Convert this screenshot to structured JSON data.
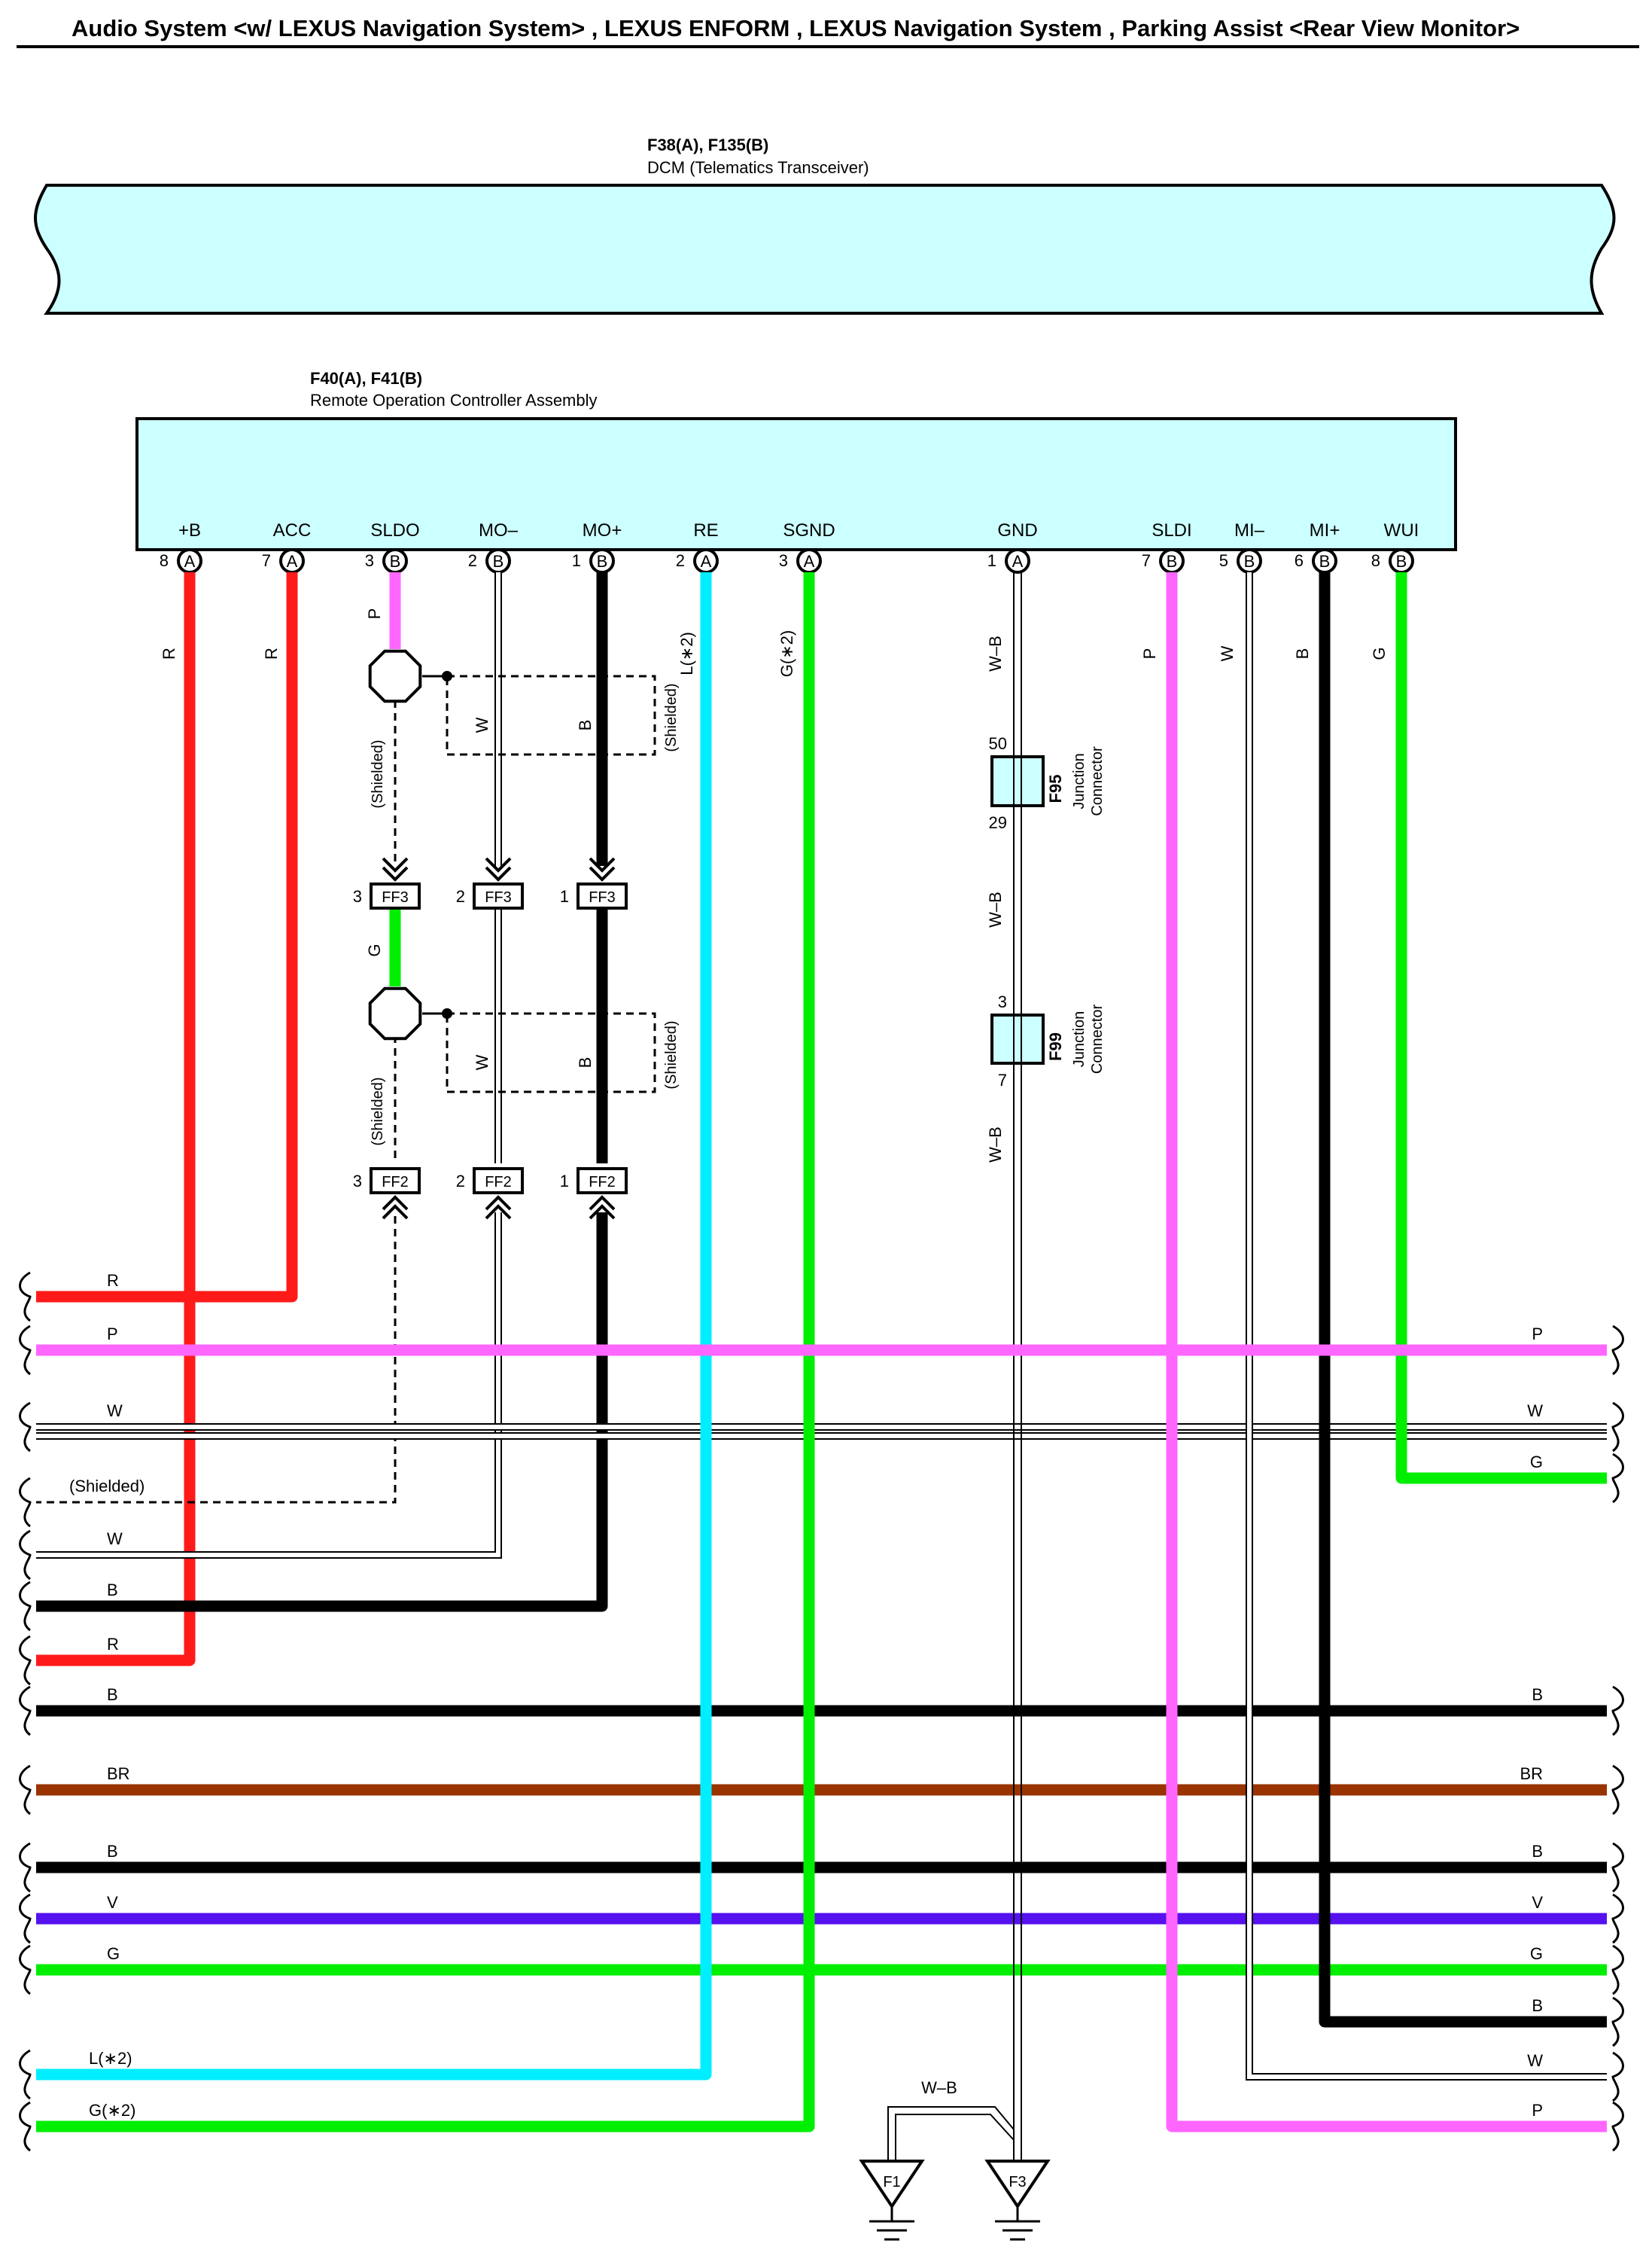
{
  "header": {
    "title": "Audio System <w/ LEXUS Navigation System> , LEXUS ENFORM , LEXUS Navigation System , Parking Assist <Rear View Monitor>"
  },
  "dcm": {
    "code": "F38(A), F135(B)",
    "name": "DCM (Telematics Transceiver)",
    "fill": "#ccffff"
  },
  "controller": {
    "code": "F40(A), F41(B)",
    "name": "Remote Operation Controller Assembly",
    "fill": "#ccffff",
    "pins": [
      {
        "name": "+B",
        "num": "8",
        "conn": "A",
        "color": "R"
      },
      {
        "name": "ACC",
        "num": "7",
        "conn": "A",
        "color": "R"
      },
      {
        "name": "SLDO",
        "num": "3",
        "conn": "B",
        "color": "P"
      },
      {
        "name": "MO–",
        "num": "2",
        "conn": "B",
        "color": ""
      },
      {
        "name": "MO+",
        "num": "1",
        "conn": "B",
        "color": ""
      },
      {
        "name": "RE",
        "num": "2",
        "conn": "A",
        "color": "L(∗2)"
      },
      {
        "name": "SGND",
        "num": "3",
        "conn": "A",
        "color": "G(∗2)"
      },
      {
        "name": "GND",
        "num": "1",
        "conn": "A",
        "color": "W–B"
      },
      {
        "name": "SLDI",
        "num": "7",
        "conn": "B",
        "color": "P"
      },
      {
        "name": "MI–",
        "num": "5",
        "conn": "B",
        "color": "W"
      },
      {
        "name": "MI+",
        "num": "6",
        "conn": "B",
        "color": "B"
      },
      {
        "name": "WUI",
        "num": "8",
        "conn": "B",
        "color": "G"
      }
    ]
  },
  "shield_groups": [
    {
      "w": "W",
      "b": "B",
      "shielded": "(Shielded)",
      "side": "(Shielded)"
    },
    {
      "w": "W",
      "b": "B",
      "shielded": "(Shielded)",
      "side": "(Shielded)"
    }
  ],
  "mid_wire_label": "G",
  "connectors": {
    "ff3": {
      "label": "FF3",
      "pins": [
        "3",
        "2",
        "1"
      ]
    },
    "ff2": {
      "label": "FF2",
      "pins": [
        "3",
        "2",
        "1"
      ]
    }
  },
  "junctions": [
    {
      "code": "F95",
      "name": "Junction",
      "name2": "Connector",
      "pin_top": "50",
      "pin_bottom": "29"
    },
    {
      "code": "F99",
      "name": "Junction",
      "name2": "Connector",
      "pin_top": "3",
      "pin_bottom": "7"
    }
  ],
  "gnd_wire_labels": [
    "W–B",
    "W–B"
  ],
  "grounds": {
    "f1": "F1",
    "f3": "F3",
    "link_label": "W–B"
  },
  "bus": {
    "left": [
      "R",
      "P",
      "W",
      "(Shielded)",
      "W",
      "B",
      "R",
      "B",
      "BR",
      "B",
      "V",
      "G",
      "L(∗2)",
      "G(∗2)"
    ],
    "right": [
      "P",
      "W",
      "G",
      "B",
      "BR",
      "B",
      "V",
      "G",
      "B",
      "W",
      "P"
    ]
  },
  "wire_colors": {
    "R": "#ff1a1a",
    "P": "#ff66ff",
    "W": "#ffffff",
    "B": "#000000",
    "G": "#00ee00",
    "L": "#00eeff",
    "BR": "#993300",
    "V": "#5511ee"
  }
}
